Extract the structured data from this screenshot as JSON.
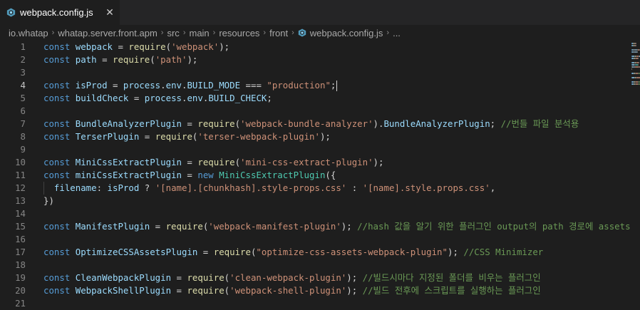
{
  "tab": {
    "title": "webpack.config.js",
    "close": "✕"
  },
  "breadcrumb": [
    "io.whatap",
    "whatap.server.front.apm",
    "src",
    "main",
    "resources",
    "front",
    "webpack.config.js",
    "..."
  ],
  "breadcrumb_sep": "›",
  "editor": {
    "active_line": 4,
    "lines": [
      {
        "n": "1",
        "tokens": [
          [
            "kw",
            "const "
          ],
          [
            "var",
            "webpack"
          ],
          [
            "op",
            " = "
          ],
          [
            "fn",
            "require"
          ],
          [
            "op",
            "("
          ],
          [
            "str",
            "'webpack'"
          ],
          [
            "op",
            ");"
          ]
        ]
      },
      {
        "n": "2",
        "tokens": [
          [
            "kw",
            "const "
          ],
          [
            "var",
            "path"
          ],
          [
            "op",
            " = "
          ],
          [
            "fn",
            "require"
          ],
          [
            "op",
            "("
          ],
          [
            "str",
            "'path'"
          ],
          [
            "op",
            ");"
          ]
        ]
      },
      {
        "n": "3",
        "tokens": []
      },
      {
        "n": "4",
        "tokens": [
          [
            "kw",
            "const "
          ],
          [
            "var",
            "isProd"
          ],
          [
            "op",
            " = "
          ],
          [
            "var",
            "process"
          ],
          [
            "op",
            "."
          ],
          [
            "var",
            "env"
          ],
          [
            "op",
            "."
          ],
          [
            "var",
            "BUILD_MODE"
          ],
          [
            "op",
            " === "
          ],
          [
            "str",
            "\"production\""
          ],
          [
            "op",
            ";"
          ]
        ]
      },
      {
        "n": "5",
        "tokens": [
          [
            "kw",
            "const "
          ],
          [
            "var",
            "buildCheck"
          ],
          [
            "op",
            " = "
          ],
          [
            "var",
            "process"
          ],
          [
            "op",
            "."
          ],
          [
            "var",
            "env"
          ],
          [
            "op",
            "."
          ],
          [
            "var",
            "BUILD_CHECK"
          ],
          [
            "op",
            ";"
          ]
        ]
      },
      {
        "n": "6",
        "tokens": []
      },
      {
        "n": "7",
        "tokens": [
          [
            "kw",
            "const "
          ],
          [
            "var",
            "BundleAnalyzerPlugin"
          ],
          [
            "op",
            " = "
          ],
          [
            "fn",
            "require"
          ],
          [
            "op",
            "("
          ],
          [
            "str",
            "'webpack-bundle-analyzer'"
          ],
          [
            "op",
            ")."
          ],
          [
            "var",
            "BundleAnalyzerPlugin"
          ],
          [
            "op",
            "; "
          ],
          [
            "cm",
            "//번들 파일 분석용"
          ]
        ]
      },
      {
        "n": "8",
        "tokens": [
          [
            "kw",
            "const "
          ],
          [
            "var",
            "TerserPlugin"
          ],
          [
            "op",
            " = "
          ],
          [
            "fn",
            "require"
          ],
          [
            "op",
            "("
          ],
          [
            "str",
            "'terser-webpack-plugin'"
          ],
          [
            "op",
            ");"
          ]
        ]
      },
      {
        "n": "9",
        "tokens": []
      },
      {
        "n": "10",
        "tokens": [
          [
            "kw",
            "const "
          ],
          [
            "var",
            "MiniCssExtractPlugin"
          ],
          [
            "op",
            " = "
          ],
          [
            "fn",
            "require"
          ],
          [
            "op",
            "("
          ],
          [
            "str",
            "'mini-css-extract-plugin'"
          ],
          [
            "op",
            ");"
          ]
        ]
      },
      {
        "n": "11",
        "tokens": [
          [
            "kw",
            "const "
          ],
          [
            "var",
            "miniCssExtractPlugin"
          ],
          [
            "op",
            " = "
          ],
          [
            "kw",
            "new "
          ],
          [
            "cls",
            "MiniCssExtractPlugin"
          ],
          [
            "op",
            "({"
          ]
        ]
      },
      {
        "n": "12",
        "tokens": [
          [
            "op",
            "  "
          ],
          [
            "var",
            "filename"
          ],
          [
            "op",
            ": "
          ],
          [
            "var",
            "isProd"
          ],
          [
            "op",
            " ? "
          ],
          [
            "str",
            "'[name].[chunkhash].style-props.css'"
          ],
          [
            "op",
            " : "
          ],
          [
            "str",
            "'[name].style.props.css'"
          ],
          [
            "op",
            ","
          ]
        ]
      },
      {
        "n": "13",
        "tokens": [
          [
            "op",
            "})"
          ]
        ]
      },
      {
        "n": "14",
        "tokens": []
      },
      {
        "n": "15",
        "tokens": [
          [
            "kw",
            "const "
          ],
          [
            "var",
            "ManifestPlugin"
          ],
          [
            "op",
            " = "
          ],
          [
            "fn",
            "require"
          ],
          [
            "op",
            "("
          ],
          [
            "str",
            "'webpack-manifest-plugin'"
          ],
          [
            "op",
            "); "
          ],
          [
            "cm",
            "//hash 값을 알기 위한 플러그인 output의 path 경로에 assets.json"
          ]
        ]
      },
      {
        "n": "16",
        "tokens": []
      },
      {
        "n": "17",
        "tokens": [
          [
            "kw",
            "const "
          ],
          [
            "var",
            "OptimizeCSSAssetsPlugin"
          ],
          [
            "op",
            " = "
          ],
          [
            "fn",
            "require"
          ],
          [
            "op",
            "("
          ],
          [
            "str",
            "\"optimize-css-assets-webpack-plugin\""
          ],
          [
            "op",
            "); "
          ],
          [
            "cm",
            "//CSS Minimizer"
          ]
        ]
      },
      {
        "n": "18",
        "tokens": []
      },
      {
        "n": "19",
        "tokens": [
          [
            "kw",
            "const "
          ],
          [
            "var",
            "CleanWebpackPlugin"
          ],
          [
            "op",
            " = "
          ],
          [
            "fn",
            "require"
          ],
          [
            "op",
            "("
          ],
          [
            "str",
            "'clean-webpack-plugin'"
          ],
          [
            "op",
            "); "
          ],
          [
            "cm",
            "//빌드시마다 지정된 폴더를 비우는 플러그인"
          ]
        ]
      },
      {
        "n": "20",
        "tokens": [
          [
            "kw",
            "const "
          ],
          [
            "var",
            "WebpackShellPlugin"
          ],
          [
            "op",
            " = "
          ],
          [
            "fn",
            "require"
          ],
          [
            "op",
            "("
          ],
          [
            "str",
            "'webpack-shell-plugin'"
          ],
          [
            "op",
            "); "
          ],
          [
            "cm",
            "//빌드 전후에 스크립트를 실행하는 플러그인"
          ]
        ]
      },
      {
        "n": "21",
        "tokens": []
      }
    ]
  },
  "colors": {
    "background": "#1e1e1e",
    "tabbar": "#252526",
    "keyword": "#569cd6",
    "variable": "#9cdcfe",
    "function": "#dcdcaa",
    "string": "#ce9178",
    "comment": "#6a9955",
    "class": "#4ec9b0",
    "file_icon": "#519aba"
  },
  "icons": {
    "tab_file": "webpack-cube-icon",
    "breadcrumb_file": "webpack-cube-icon",
    "close": "close-icon"
  }
}
